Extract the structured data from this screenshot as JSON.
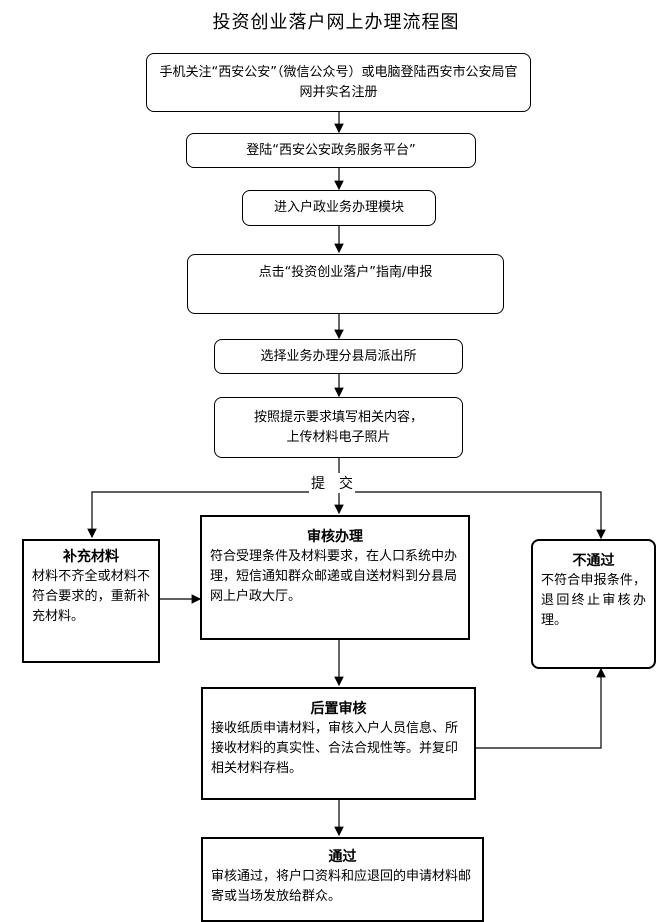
{
  "title": "投资创业落户网上办理流程图",
  "steps": {
    "s1": "手机关注“西安公安”（微信公众号）或电脑登陆西安市公安局官网并实名注册",
    "s2": "登陆“西安公安政务服务平台”",
    "s3": "进入户政业务办理模块",
    "s4": "点击“投资创业落户”指南/申报",
    "s5": "选择业务办理分县局派出所",
    "s6_line1": "按照提示要求填写相关内容，",
    "s6_line2": "上传材料电子照片"
  },
  "submit_label": "提　交",
  "review": {
    "title": "审核办理",
    "body": "符合受理条件及材料要求，在人口系统中办理，短信通知群众邮递或自送材料到分县局网上户政大厅。"
  },
  "supplement": {
    "title": "补充材料",
    "body": "材料不齐全或材料不符合要求的，重新补充材料。"
  },
  "reject": {
    "title": "不通过",
    "body": "不符合申报条件，退回终止审核办理。"
  },
  "post_review": {
    "title": "后置审核",
    "body": "接收纸质申请材料，审核入户人员信息、所接收材料的真实性、合法合规性等。并复印相关材料存档。"
  },
  "pass": {
    "title": "通过",
    "body": "审核通过，将户口资料和应退回的申请材料邮寄或当场发放给群众。"
  }
}
